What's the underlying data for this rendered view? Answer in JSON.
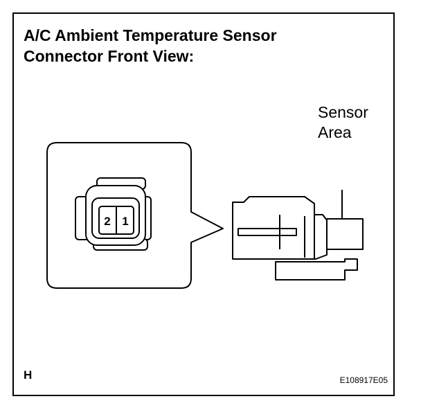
{
  "title": {
    "line1": "A/C Ambient Temperature Sensor",
    "line2": "Connector Front View:"
  },
  "sensor_label": {
    "line1": "Sensor",
    "line2": "Area"
  },
  "pins": [
    "2",
    "1"
  ],
  "corner_letter": "H",
  "figure_id": "E108917E05"
}
